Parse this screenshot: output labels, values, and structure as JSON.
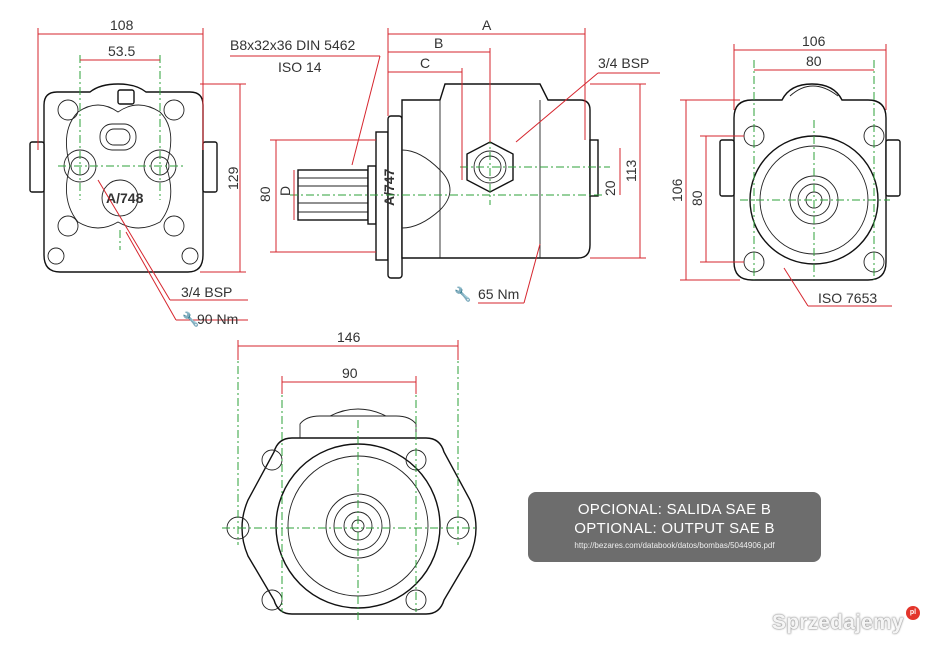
{
  "colors": {
    "dimension": "#d6262e",
    "centerline": "#2ea03a",
    "outline": "#111111",
    "optional_box": "#6d6d6d"
  },
  "front_view": {
    "dim_width": "108",
    "dim_bolt_spacing": "53.5",
    "dim_height": "129",
    "label_port": "3/4 BSP",
    "label_torque": "90 Nm",
    "label_model": "A/748"
  },
  "side_view": {
    "dim_a": "A",
    "dim_b": "B",
    "dim_c": "C",
    "dim_d": "D",
    "dim_shaft": "80",
    "dim_port_offset": "20",
    "dim_height": "113",
    "label_spline": "B8x32x36 DIN 5462",
    "label_iso": "ISO 14",
    "label_port": "3/4 BSP",
    "label_torque": "65 Nm",
    "label_model": "A/747"
  },
  "rear_view": {
    "dim_width": "106",
    "dim_bolt_spacing": "80",
    "dim_height_outer": "106",
    "dim_height_inner": "80",
    "label_iso": "ISO 7653"
  },
  "bottom_view": {
    "dim_width": "146",
    "dim_bolt_spacing": "90"
  },
  "optional_box": {
    "line1": "OPCIONAL: SALIDA SAE B",
    "line2": "OPTIONAL: OUTPUT SAE B",
    "url": "http://bezares.com/databook/datos/bombas/5044906.pdf"
  },
  "watermark": {
    "text": "Sprzedajemy",
    "badge": "pl"
  }
}
